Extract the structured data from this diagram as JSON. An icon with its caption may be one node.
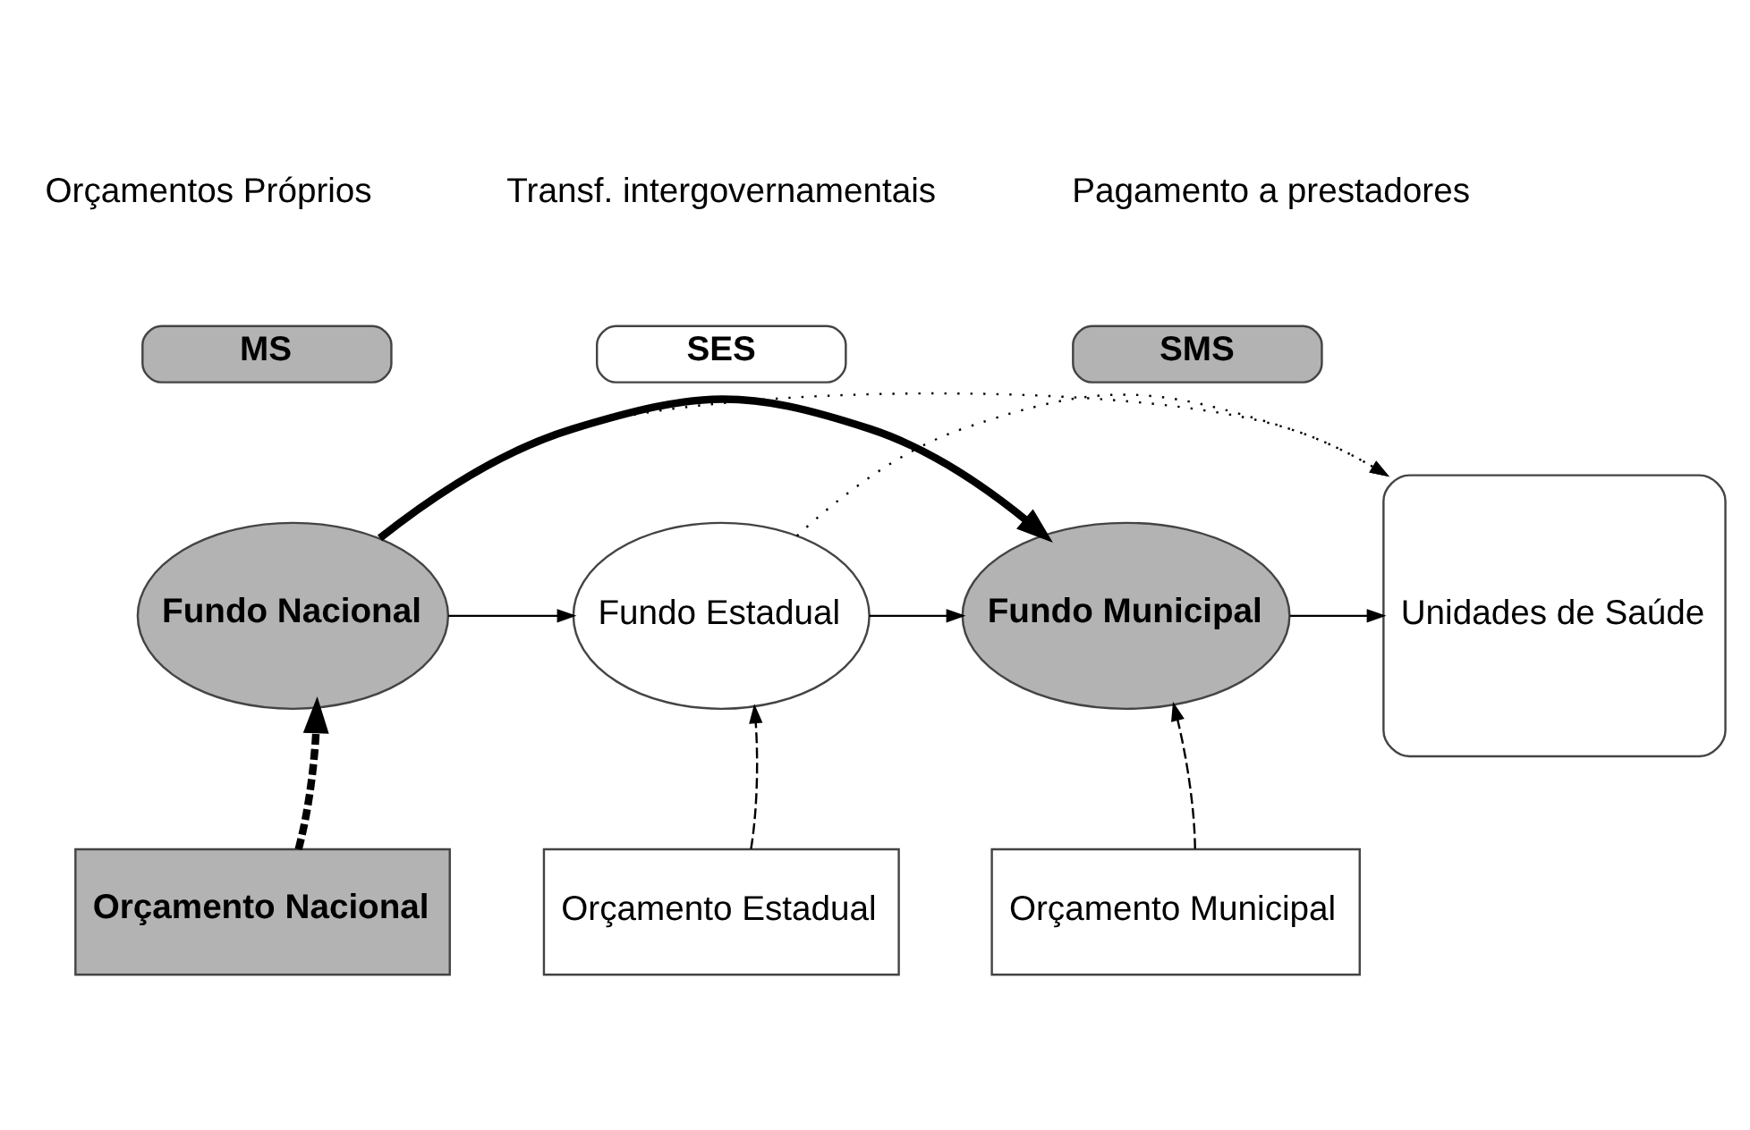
{
  "diagram": {
    "nodes": [
      {
        "text": [
          "MS"
        ]
      },
      {
        "text": [
          "SES"
        ]
      },
      {
        "text": [
          "SMS"
        ]
      },
      {
        "text": [
          "Fundo Nacional"
        ]
      },
      {
        "text": [
          "Fundo Estadual"
        ]
      },
      {
        "text": [
          "Fundo Municipal"
        ]
      },
      {
        "text": [
          "Unidades de Saúde"
        ]
      },
      {
        "text": [
          "Orçamento Nacional"
        ]
      },
      {
        "text": [
          "Orçamento Estadual"
        ]
      },
      {
        "text": [
          "Orçamento Municipal"
        ]
      }
    ],
    "edges": [
      {
        "from": 3,
        "to": 6,
        "arrow": "to",
        "style": "dashed"
      },
      {
        "from": 4,
        "to": 6,
        "arrow": "to",
        "style": "dashed"
      },
      {
        "from": 3,
        "to": 5,
        "arrow": "to",
        "style": "thick"
      },
      {
        "from": 3,
        "to": 4,
        "arrow": "to"
      },
      {
        "from": 4,
        "to": 5,
        "arrow": "to"
      },
      {
        "from": 5,
        "to": 6,
        "arrow": "to"
      },
      {
        "from": 7,
        "to": 3,
        "arrow": "to",
        "style": "dashed"
      },
      {
        "from": 8,
        "to": 4,
        "arrow": "to",
        "style": "dashed"
      },
      {
        "from": 9,
        "to": 5,
        "arrow": "to",
        "style": "dashed"
      }
    ],
    "legend": [
      {
        "text": "Orçamentos Próprios"
      },
      {
        "text": "Transf. intergovernamentais"
      },
      {
        "text": "Pagamento a prestadores"
      }
    ]
  }
}
